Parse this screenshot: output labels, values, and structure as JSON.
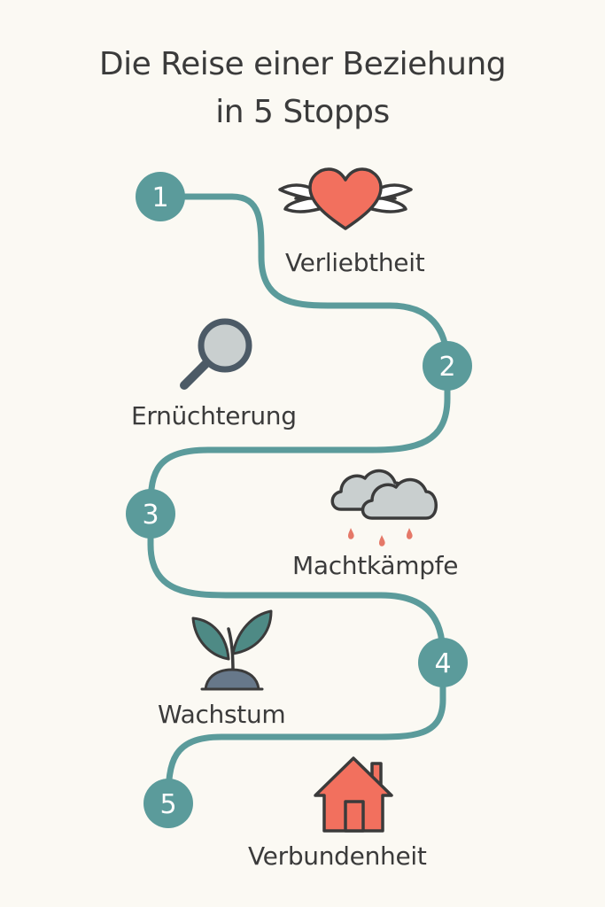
{
  "title": {
    "line1": "Die Reise einer Beziehung",
    "line2": "in 5 Stopps"
  },
  "stops": [
    {
      "number": "1",
      "label": "Verliebtheit",
      "icon": "winged-heart-icon"
    },
    {
      "number": "2",
      "label": "Ernüchterung",
      "icon": "magnifier-icon"
    },
    {
      "number": "3",
      "label": "Machtkämpfe",
      "icon": "rain-clouds-icon"
    },
    {
      "number": "4",
      "label": "Wachstum",
      "icon": "sprout-icon"
    },
    {
      "number": "5",
      "label": "Verbundenheit",
      "icon": "house-icon"
    }
  ],
  "colors": {
    "path": "#5b9b9b",
    "marker": "#5b9b9b",
    "heart": "#f2705e",
    "house": "#f2705e",
    "magnifier": "#4c5a66",
    "cloud": "#c9cfcf",
    "rain": "#e57868",
    "leaf": "#4e8a85",
    "soil": "#67788a",
    "text": "#3b3b3b",
    "background": "#fbf9f3"
  }
}
